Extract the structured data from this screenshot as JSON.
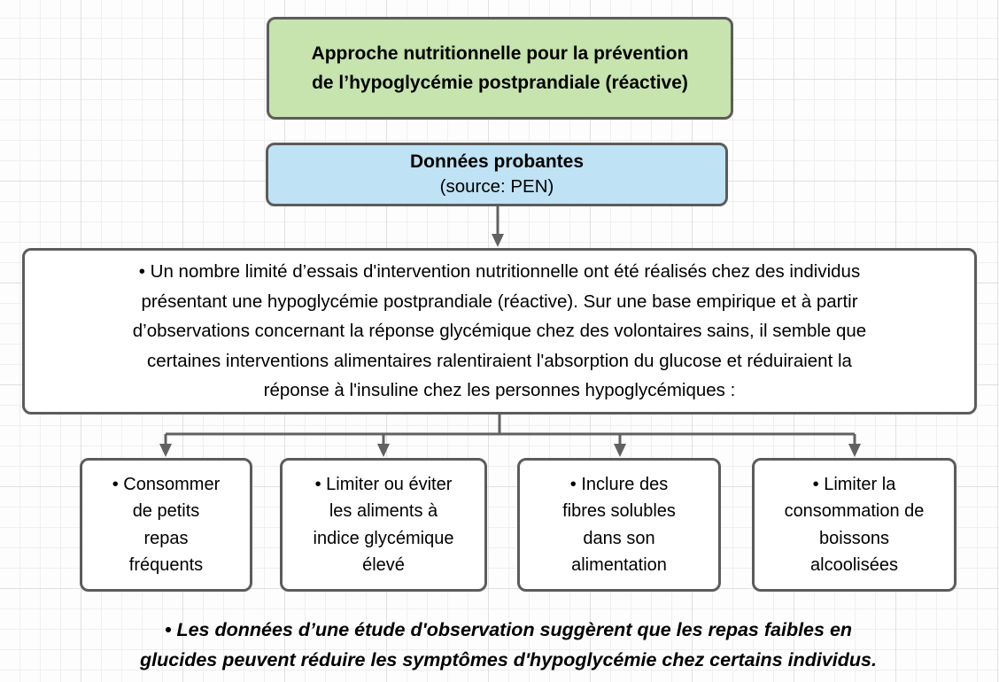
{
  "diagram": {
    "colors": {
      "title_fill": "#c7e3ae",
      "evidence_fill": "#bfe2f4",
      "plain_fill": "#ffffff",
      "border": "#5c5c5c",
      "connector": "#616161",
      "text": "#000000"
    },
    "title_box": {
      "text": "Approche nutritionnelle pour la prévention\nde l’hypoglycémie postprandiale (réactive)"
    },
    "evidence_box": {
      "title": "Données probantes",
      "subtitle": "(source: PEN)"
    },
    "summary_box": {
      "text": "• Un nombre limité d’essais d'intervention nutritionnelle ont été réalisés chez des individus\nprésentant une hypoglycémie postprandiale (réactive). Sur une base empirique et à partir\nd’observations concernant la réponse glycémique chez des volontaires sains, il semble que\ncertaines interventions alimentaires ralentiraient l'absorption du glucose et réduiraient la\nréponse à l'insuline chez les personnes hypoglycémiques :"
    },
    "interventions": [
      {
        "text": "• Consommer\nde petits\nrepas\nfréquents"
      },
      {
        "text": "• Limiter ou éviter\nles aliments à\nindice glycémique\nélevé"
      },
      {
        "text": "• Inclure des\nfibres solubles\ndans son\nalimentation"
      },
      {
        "text": "• Limiter la\nconsommation de\nboissons\nalcoolisées"
      }
    ],
    "footnote": {
      "text": "• Les données d’une étude d'observation suggèrent que les repas faibles en\nglucides peuvent réduire les symptômes d'hypoglycémie chez certains individus."
    }
  }
}
